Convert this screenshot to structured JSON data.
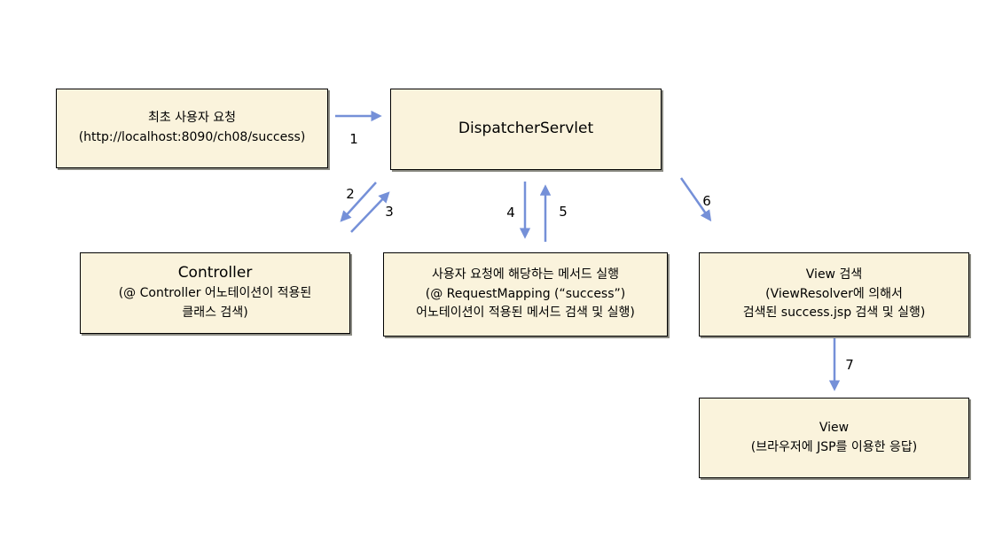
{
  "diagram": {
    "boxes": {
      "initial_request": {
        "lines": [
          "최초 사용자 요청",
          "(http://localhost:8090/ch08/success)"
        ]
      },
      "dispatcher_servlet": {
        "lines": [
          "DispatcherServlet"
        ]
      },
      "controller": {
        "lines": [
          "Controller",
          "(@ Controller 어노테이션이 적용된",
          "클래스 검색)"
        ]
      },
      "method_execution": {
        "lines": [
          "사용자 요청에 해당하는 메서드 실행",
          "(@ RequestMapping (“success”)",
          "어노테이션이 적용된 메서드 검색 및 실행)"
        ]
      },
      "view_search": {
        "lines": [
          "View 검색",
          "(ViewResolver에 의해서",
          "검색된 success.jsp 검색 및 실행)"
        ]
      },
      "view": {
        "lines": [
          "View",
          "(브라우저에 JSP를 이용한 응답)"
        ]
      }
    },
    "arrows": [
      {
        "label": "1",
        "from": "initial_request",
        "to": "dispatcher_servlet",
        "direction": "right"
      },
      {
        "label": "2",
        "from": "dispatcher_servlet",
        "to": "controller",
        "direction": "down-left"
      },
      {
        "label": "3",
        "from": "controller",
        "to": "dispatcher_servlet",
        "direction": "up-right"
      },
      {
        "label": "4",
        "from": "dispatcher_servlet",
        "to": "method_execution",
        "direction": "down"
      },
      {
        "label": "5",
        "from": "method_execution",
        "to": "dispatcher_servlet",
        "direction": "up"
      },
      {
        "label": "6",
        "from": "dispatcher_servlet",
        "to": "view_search",
        "direction": "down-right"
      },
      {
        "label": "7",
        "from": "view_search",
        "to": "view",
        "direction": "down"
      }
    ],
    "colors": {
      "background": "#FFFFFF",
      "box_fill": "#FAF3DC",
      "box_border": "#000000",
      "box_shadow": "#8C8C84",
      "arrow": "#7590D8",
      "text": "#000000"
    }
  }
}
